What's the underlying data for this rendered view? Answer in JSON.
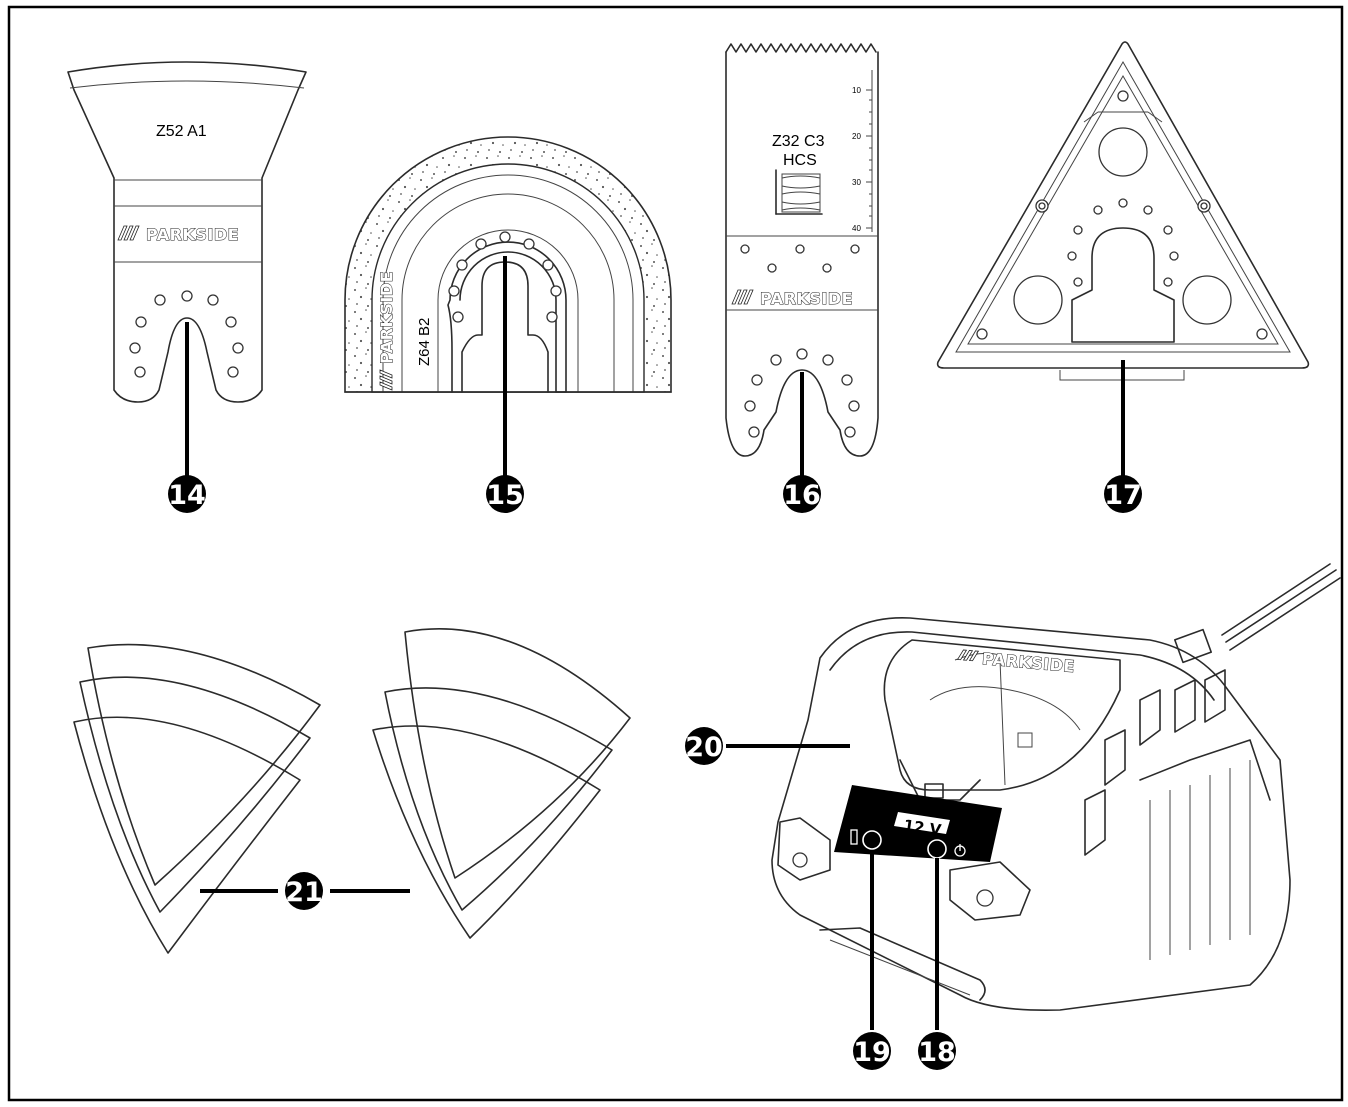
{
  "items": [
    {
      "number": "14",
      "blade_code": "Z52 A1",
      "brand": "PARKSIDE"
    },
    {
      "number": "15",
      "blade_code": "Z64  B2",
      "brand": "PARKSIDE"
    },
    {
      "number": "16",
      "blade_code": "Z32  C3",
      "blade_material": "HCS",
      "brand": "PARKSIDE",
      "scale_marks": [
        "10",
        "20",
        "30",
        "40"
      ]
    },
    {
      "number": "17"
    },
    {
      "number": "18"
    },
    {
      "number": "19"
    },
    {
      "number": "20",
      "brand": "PARKSIDE",
      "voltage_label": "12 V"
    },
    {
      "number": "21"
    }
  ]
}
